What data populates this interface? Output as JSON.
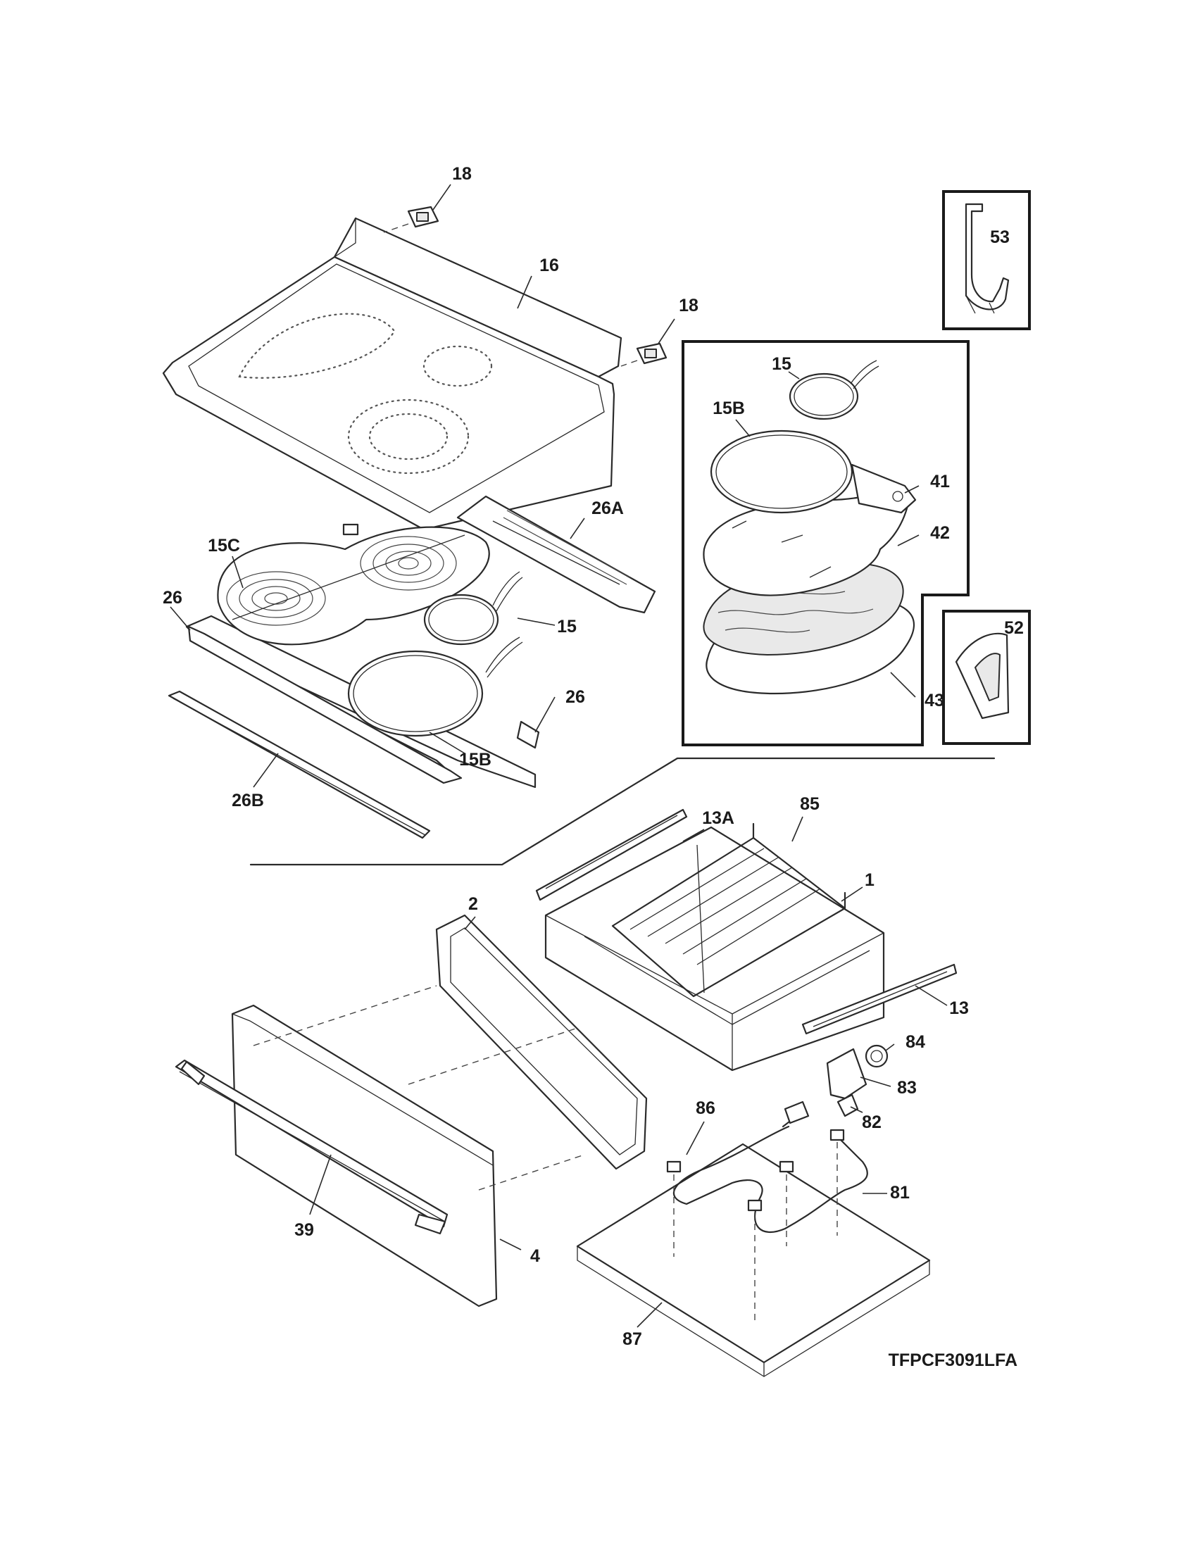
{
  "diagram_code": "TFPCF3091LFA",
  "callouts": {
    "c18a": "18",
    "c18b": "18",
    "c16": "16",
    "c53": "53",
    "c15_inset": "15",
    "c15B_inset": "15B",
    "c41": "41",
    "c42": "42",
    "c43": "43",
    "c52": "52",
    "c26A": "26A",
    "c15C": "15C",
    "c26_left": "26",
    "c15": "15",
    "c26_right": "26",
    "c15B": "15B",
    "c26B": "26B",
    "c13A": "13A",
    "c85": "85",
    "c1": "1",
    "c2": "2",
    "c13": "13",
    "c84": "84",
    "c83": "83",
    "c82": "82",
    "c86": "86",
    "c81": "81",
    "c39": "39",
    "c4": "4",
    "c87": "87"
  }
}
